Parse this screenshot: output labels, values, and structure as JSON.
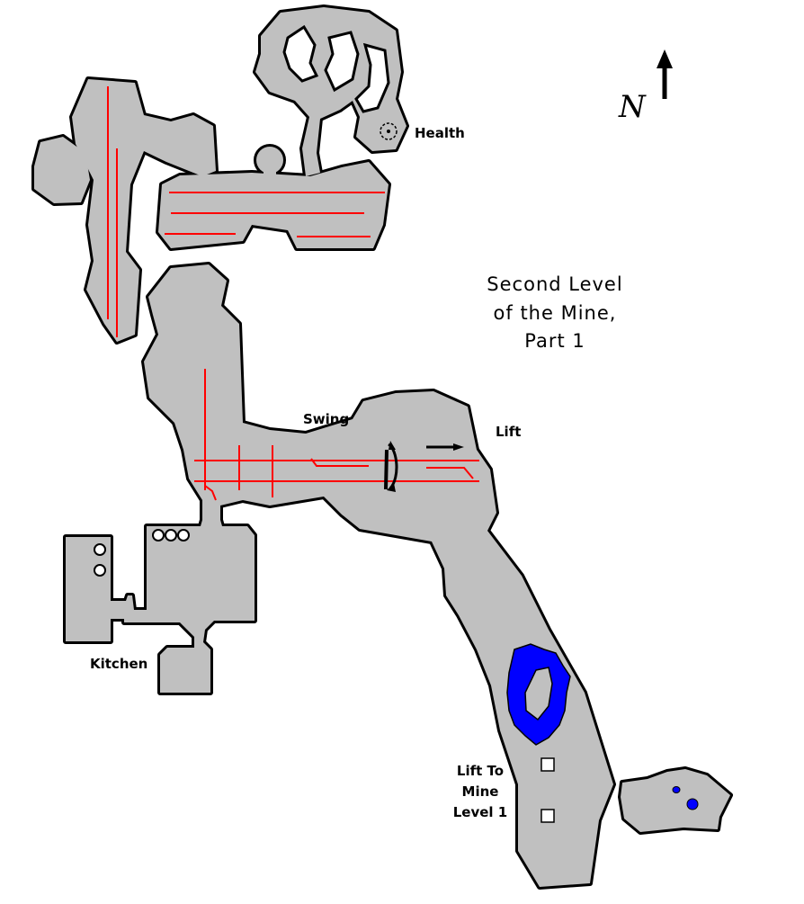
{
  "map": {
    "title_lines": [
      "Second Level",
      "of the Mine,",
      "Part 1"
    ],
    "compass_label": "N",
    "labels": {
      "health": "Health",
      "swing": "Swing",
      "lift": "Lift",
      "kitchen": "Kitchen",
      "lift_to_mine": [
        "Lift To",
        "Mine",
        "Level 1"
      ]
    },
    "colors": {
      "floor": "#c0c0c0",
      "rails": "#ff0000",
      "water": "#0000ff",
      "outline": "#000000"
    }
  }
}
